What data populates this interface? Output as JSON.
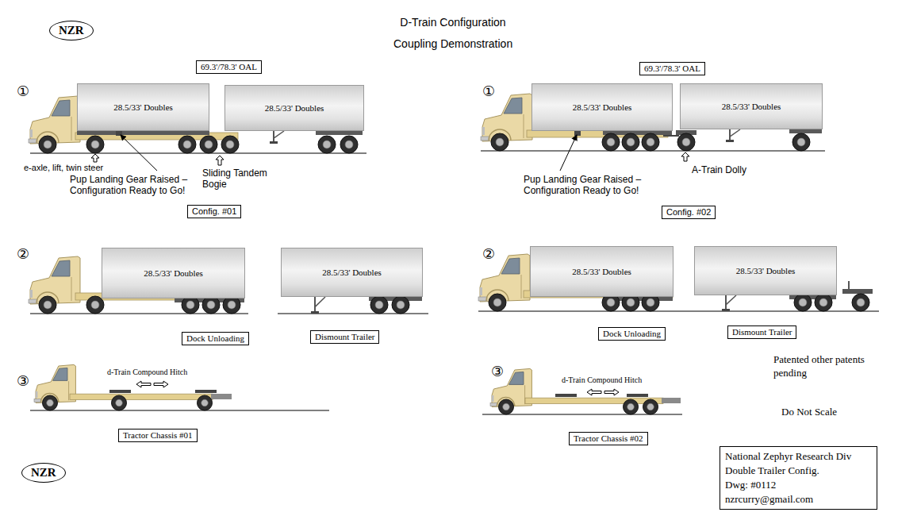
{
  "diagram": {
    "title": "D-Train Configuration",
    "nodes": [
      {
        "text": [
          "NZR"
        ]
      },
      {
        "text": [
          "69.3'/78.3' OAL"
        ]
      },
      {
        "text": [
          "69.3'/78.3' OAL"
        ]
      },
      {
        "text": [
          "28.5/33' Doubles"
        ]
      },
      {
        "text": [
          "28.5/33' Doubles"
        ]
      },
      {
        "text": [
          "28.5/33' Doubles"
        ]
      },
      {
        "text": [
          "28.5/33' Doubles"
        ]
      },
      {
        "text": [
          "Config. #01"
        ]
      },
      {
        "text": [
          "Config. #02"
        ]
      },
      {
        "text": [
          "28.5/33' Doubles"
        ]
      },
      {
        "text": [
          "28.5/33' Doubles"
        ]
      },
      {
        "text": [
          "28.5/33' Doubles"
        ]
      },
      {
        "text": [
          "28.5/33' Doubles"
        ]
      },
      {
        "text": [
          "Dock Unloading"
        ]
      },
      {
        "text": [
          "Dismount Trailer"
        ]
      },
      {
        "text": [
          "Dock Unloading"
        ]
      },
      {
        "text": [
          "Dismount Trailer"
        ]
      },
      {
        "text": [
          "Tractor Chassis #01"
        ]
      },
      {
        "text": [
          "Tractor Chassis #02"
        ]
      },
      {
        "text": [
          "National Zephyr Research Div",
          "Double Trailer Config.",
          "Dwg: #0112",
          "nzrcurry@gmail.com"
        ]
      },
      {
        "text": [
          "NZR"
        ]
      }
    ],
    "labels": [
      "Coupling Demonstration",
      "①",
      "e-axle, lift, twin steer",
      "Pup Landing Gear Raised – Configuration Ready to Go!",
      "Sliding Tandem Bogie",
      "①",
      "Pup Landing Gear Raised – Configuration Ready to Go!",
      "A-Train Dolly",
      "②",
      "②",
      "③",
      "d-Train Compound Hitch",
      "③",
      "d-Train Compound Hitch",
      "Patented other patents pending",
      "Do Not Scale"
    ]
  }
}
